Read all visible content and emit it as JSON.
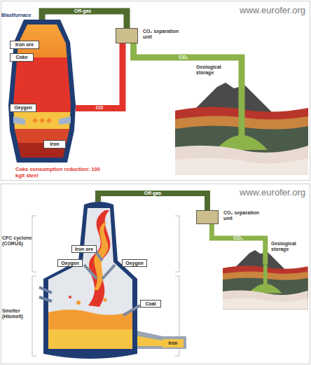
{
  "diagram": {
    "nodes": [
      {
        "text": [
          "Blastfurnace"
        ]
      },
      {
        "text": [
          "Iron ore"
        ]
      },
      {
        "text": [
          "Coke"
        ]
      },
      {
        "text": [
          "Oxygen"
        ]
      },
      {
        "text": [
          "Iron"
        ],
        "in": 0
      },
      {
        "text": [
          "CO₂ separation unit"
        ]
      },
      {
        "text": [
          "Geological storage"
        ]
      },
      {
        "text": [
          "CFC cyclone (CORUS)",
          "Smelter (HIsmelt)"
        ]
      },
      {
        "text": [
          "Iron ore"
        ]
      },
      {
        "text": [
          "Oxygen"
        ]
      },
      {
        "text": [
          "Oxygen"
        ]
      },
      {
        "text": [
          "Coal"
        ]
      },
      {
        "text": [
          "Iron"
        ]
      },
      {
        "text": [
          "CO₂ separation unit"
        ]
      },
      {
        "text": [
          "Geological storage"
        ]
      }
    ],
    "edges": [
      {
        "from": 0,
        "to": 5,
        "label": "Off-gas",
        "arrow": "none"
      },
      {
        "from": 5,
        "to": 0,
        "label": "CO",
        "arrow": "none"
      },
      {
        "from": 5,
        "to": 6,
        "label": "CO₂",
        "arrow": "none"
      },
      {
        "from": 7,
        "to": 13,
        "label": "Off-gas",
        "arrow": "none"
      },
      {
        "from": 13,
        "to": 14,
        "label": "CO₂",
        "arrow": "none"
      }
    ],
    "labels": [
      "www.eurofer.org",
      "Coke consumption reduction: 100 kg/t steel",
      "www.eurofer.org"
    ]
  }
}
